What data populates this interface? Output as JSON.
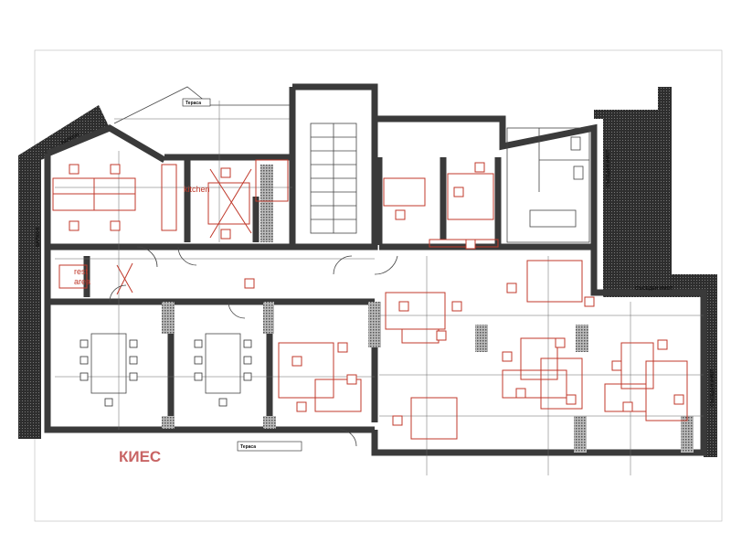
{
  "plan": {
    "labels": {
      "terrace_top": "Тераса",
      "terrace_bottom": "Тераса",
      "balcony_top": "БАЛКОН",
      "balcony_left": "БАЛКОН",
      "kitchen": "kitchen",
      "rest_area_1": "rest",
      "rest_area_2": "area",
      "neighbor_1": "СЪСЕДЕН ИМОТ",
      "neighbor_2": "СЪСЕДЕН ИМОТ",
      "neighbor_3": "СЪСЕДЕН ИМОТ"
    },
    "watermark": "КИЕС",
    "colors": {
      "walls": "#3a3a3a",
      "furniture": "#c0392b",
      "watermark": "#c86464",
      "hatch": "#2e2e2e"
    }
  }
}
